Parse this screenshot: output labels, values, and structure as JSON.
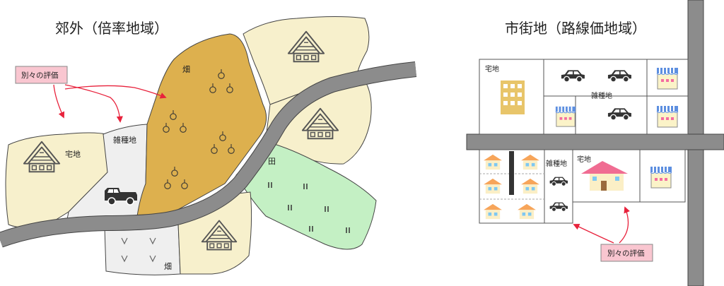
{
  "suburb": {
    "title": "郊外（倍率地域）",
    "callout": "別々の評価",
    "zones": {
      "residential": "宅地",
      "misc": "雑種地",
      "field_main": "畑",
      "field_small": "畑",
      "paddy": "田"
    }
  },
  "city": {
    "title": "市街地（路線価地域）",
    "callout": "別々の評価",
    "zones": {
      "residential_top": "宅地",
      "misc_top": "雑種地",
      "misc_bottom": "雑種地",
      "residential_bottom": "宅地"
    }
  },
  "colors": {
    "residential_fill": "#f7f0cc",
    "field_fill": "#ddb04e",
    "paddy_fill": "#c4f0c4",
    "misc_fill": "#efefef",
    "road": "#8c8c8c",
    "callout_fill": "#f9c6d0",
    "arrow": "#e8223c"
  }
}
